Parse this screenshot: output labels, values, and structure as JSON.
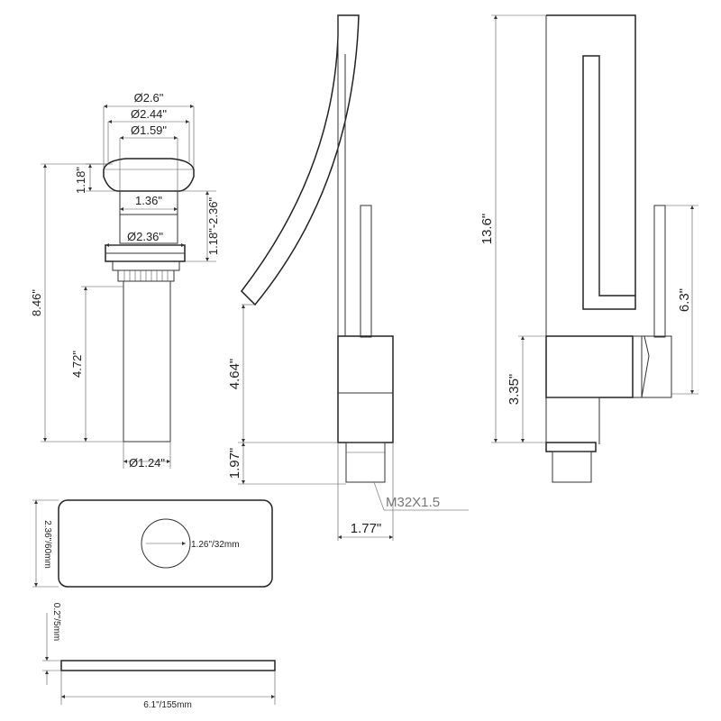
{
  "drain": {
    "dia_outer": "Ø2.6\"",
    "dia_mid": "Ø2.44\"",
    "dia_inner": "Ø1.59\"",
    "cap_height": "1.18\"",
    "neck_width": "1.36\"",
    "nut_dia": "Ø2.36\"",
    "adjust_range": "1.18\"-2.36\"",
    "total_height": "8.46\"",
    "pipe_length": "4.72\"",
    "pipe_dia": "Ø1.24\""
  },
  "faucet_front": {
    "spout_height": "4.64\"",
    "base_height": "1.97\"",
    "thread": "M32X1.5",
    "base_width": "1.77\""
  },
  "faucet_side": {
    "total_height": "13.6\"",
    "handle_height": "6.3\"",
    "body_height": "3.35\""
  },
  "plate": {
    "height": "2.36\"/60mm",
    "hole": "1.26\"/32mm",
    "thickness": "0.2\"/5mm",
    "width": "6.1\"/155mm"
  }
}
